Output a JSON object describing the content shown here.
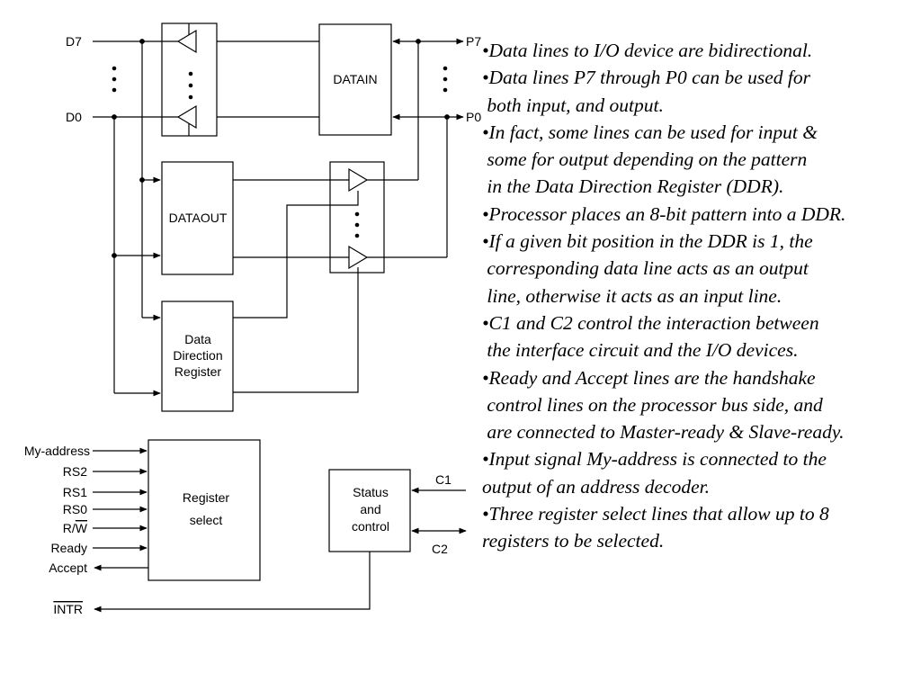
{
  "ports": {
    "d7": "D7",
    "d0": "D0",
    "p7": "P7",
    "p0": "P0"
  },
  "blocks": {
    "datain": "DATAIN",
    "dataout": "DATAOUT",
    "ddr": [
      "Data",
      "Direction",
      "Register"
    ],
    "register_select": [
      "Register",
      "select"
    ],
    "status_control": [
      "Status",
      "and",
      "control"
    ]
  },
  "signals": {
    "my_address": "My-address",
    "rs2": "RS2",
    "rs1": "RS1",
    "rs0": "RS0",
    "rw_prefix": "R/",
    "rw_bar": "W",
    "ready": "Ready",
    "accept": "Accept",
    "intr": "INTR",
    "c1": "C1",
    "c2": "C2"
  },
  "notes": [
    "•Data lines to I/O device are bidirectional.",
    "•Data lines P7 through P0 can be used for",
    " both input, and output.",
    "•In fact, some lines can be used for input &",
    " some for output depending on the pattern",
    " in the Data Direction Register (DDR).",
    "•Processor places an 8-bit pattern into a DDR.",
    "•If a given bit position in the DDR is 1, the",
    " corresponding data line acts as an output",
    " line, otherwise it acts as an input line.",
    "•C1 and C2 control the interaction between",
    " the interface circuit and the I/O devices.",
    "•Ready and Accept lines are the handshake",
    " control lines on the processor bus side, and",
    " are connected to Master-ready & Slave-ready.",
    "•Input signal My-address is connected to the",
    "output of an address decoder.",
    "•Three register select lines that allow up to 8",
    "registers to be selected."
  ]
}
